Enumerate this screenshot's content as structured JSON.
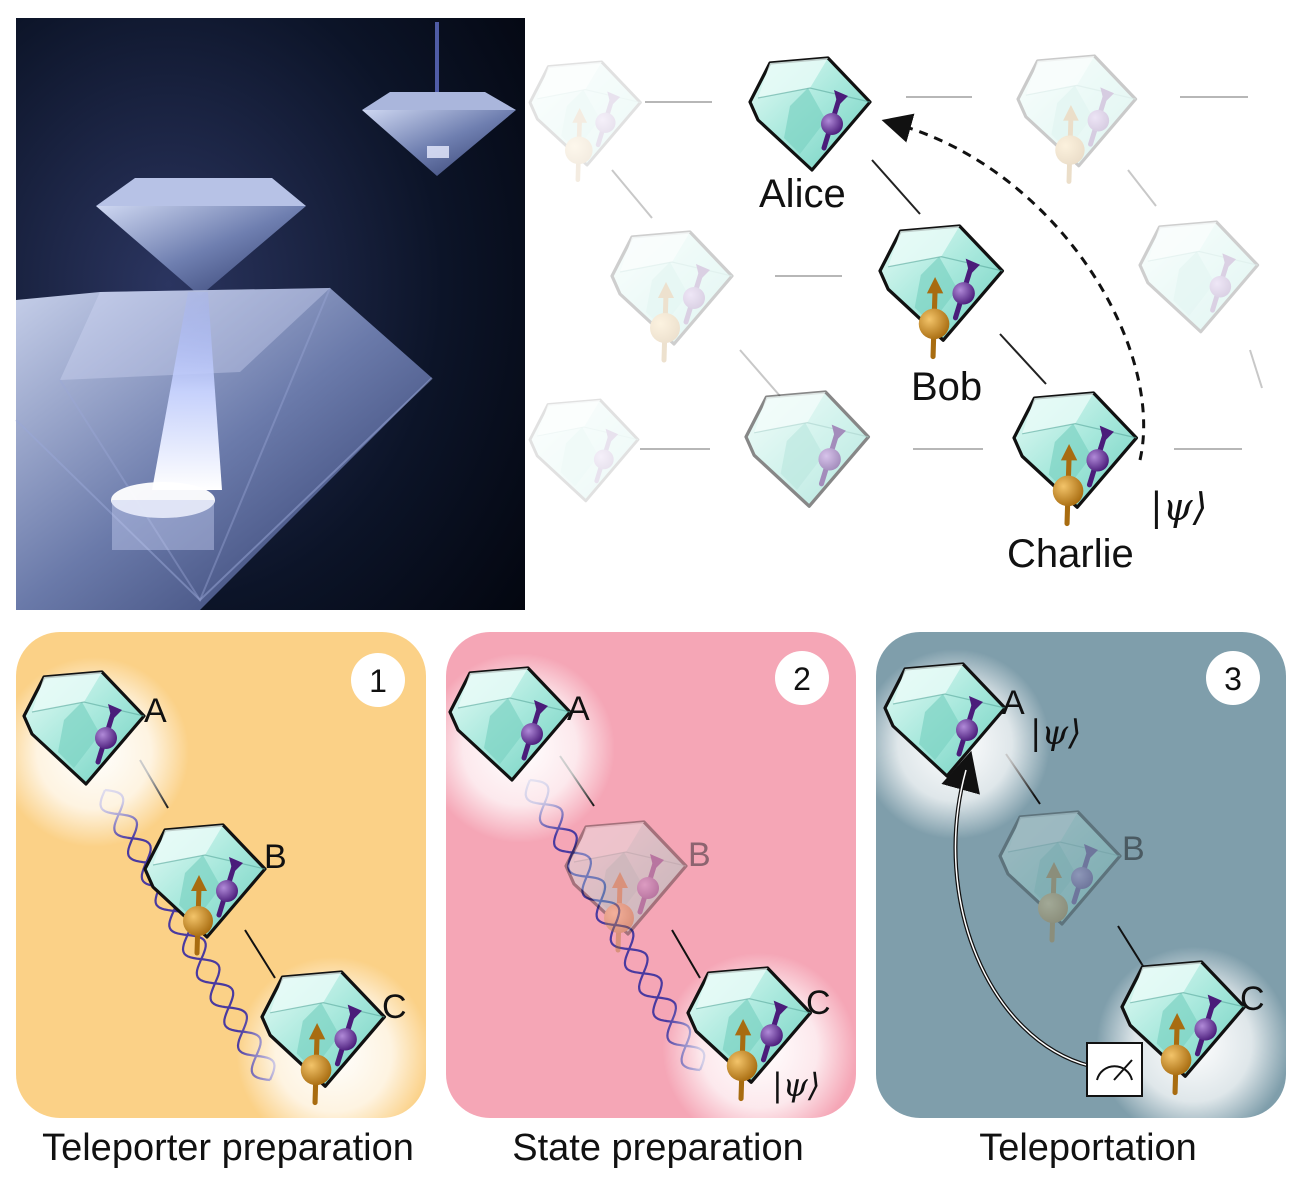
{
  "network": {
    "alice": "Alice",
    "bob": "Bob",
    "charlie": "Charlie",
    "state": "|ψ⟩"
  },
  "panels": [
    {
      "badge": "1",
      "caption": "Teleporter preparation",
      "a": "A",
      "b": "B",
      "c": "C",
      "state": ""
    },
    {
      "badge": "2",
      "caption": "State preparation",
      "a": "A",
      "b": "B",
      "c": "C",
      "state": "|ψ⟩"
    },
    {
      "badge": "3",
      "caption": "Teleportation",
      "a": "A",
      "b": "B",
      "c": "C",
      "state": "|ψ⟩"
    }
  ],
  "colors": {
    "panel1": "#fbd187",
    "panel2": "#f5a6b6",
    "panel3": "#7f9eab",
    "diamond": "#b9efe6",
    "electron": "#5a2a8a",
    "nucleus": "#c98a20",
    "photo_bg": "#081020",
    "glow": "#7a8cff"
  },
  "icons": [
    "diamond-node-icon",
    "electron-spin-icon",
    "nuclear-spin-icon",
    "measurement-meter-icon",
    "teleport-arrow-icon"
  ]
}
